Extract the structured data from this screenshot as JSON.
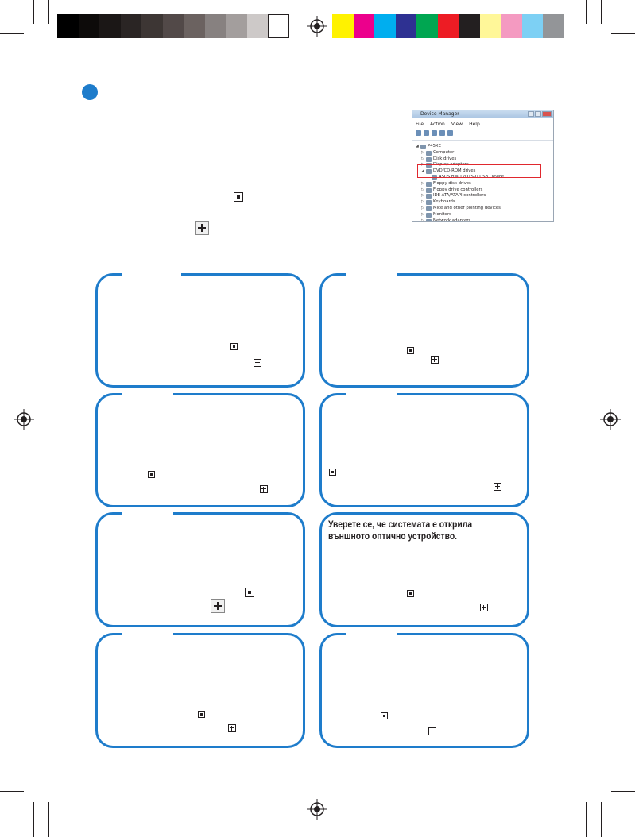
{
  "colors": {
    "accent_blue": "#1e7ccb",
    "highlight_red": "#e0282e",
    "ink": "#231f20"
  },
  "color_bar": {
    "grayscale": [
      "#000000",
      "#0d0b0a",
      "#1b1716",
      "#2a2524",
      "#3d3634",
      "#524948",
      "#6b6260",
      "#878180",
      "#a39e9d",
      "#cdc9c8",
      "#ffffff"
    ],
    "process": [
      "#fff200",
      "#ec008c",
      "#00aeef",
      "#2e3192",
      "#00a651",
      "#ed1c24",
      "#231f20",
      "#fff799",
      "#f49ac1",
      "#7dd0f4",
      "#939598"
    ]
  },
  "device_manager": {
    "title": "Device Manager",
    "menu": [
      "File",
      "Action",
      "View",
      "Help"
    ],
    "tree": [
      {
        "label": "P45XE",
        "level": 0,
        "expander": "◢"
      },
      {
        "label": "Computer",
        "level": 1,
        "expander": "▷"
      },
      {
        "label": "Disk drives",
        "level": 1,
        "expander": "▷"
      },
      {
        "label": "Display adapters",
        "level": 1,
        "expander": "▷"
      },
      {
        "label": "DVD/CD-ROM drives",
        "level": 1,
        "expander": "◢"
      },
      {
        "label": "ASUS BW-12D1S-U USB Device",
        "level": 2,
        "expander": ""
      },
      {
        "label": "Floppy disk drives",
        "level": 1,
        "expander": "▷"
      },
      {
        "label": "Floppy drive controllers",
        "level": 1,
        "expander": "▷"
      },
      {
        "label": "IDE ATA/ATAPI controllers",
        "level": 1,
        "expander": "▷"
      },
      {
        "label": "Keyboards",
        "level": 1,
        "expander": "▷"
      },
      {
        "label": "Mice and other pointing devices",
        "level": 1,
        "expander": "▷"
      },
      {
        "label": "Monitors",
        "level": 1,
        "expander": "▷"
      },
      {
        "label": "Network adapters",
        "level": 1,
        "expander": "▷"
      }
    ]
  },
  "panels": [
    {
      "id": "left-1",
      "text": "",
      "icons": [
        "square-icon",
        "plus-icon"
      ]
    },
    {
      "id": "right-1",
      "text": "",
      "icons": [
        "square-icon",
        "plus-icon"
      ]
    },
    {
      "id": "left-2",
      "text": "",
      "icons": [
        "square-icon",
        "plus-icon"
      ]
    },
    {
      "id": "right-2",
      "text": "",
      "icons": [
        "square-icon",
        "plus-icon"
      ]
    },
    {
      "id": "left-3",
      "text": "",
      "icons": [
        "square-icon",
        "plus-icon"
      ]
    },
    {
      "id": "right-3",
      "text": "Уверете се, че системата е открила външното оптично устройство.",
      "icons": [
        "square-icon",
        "plus-icon"
      ]
    },
    {
      "id": "left-4",
      "text": "",
      "icons": [
        "square-icon",
        "plus-icon"
      ]
    },
    {
      "id": "right-4",
      "text": "",
      "icons": [
        "square-icon",
        "plus-icon"
      ]
    }
  ]
}
